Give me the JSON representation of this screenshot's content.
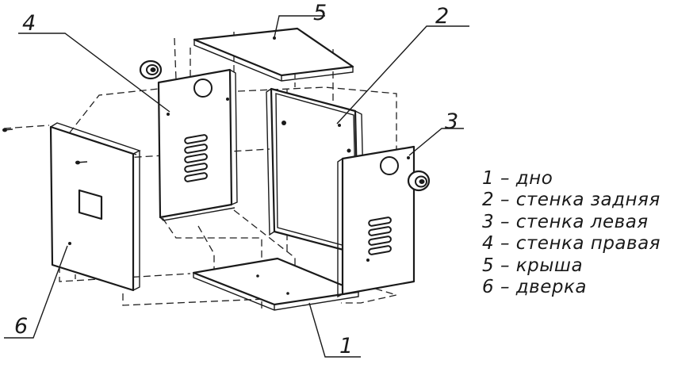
{
  "parts": [
    {
      "number": "1",
      "name": "дно"
    },
    {
      "number": "2",
      "name": "стенка задняя"
    },
    {
      "number": "3",
      "name": "стенка левая"
    },
    {
      "number": "4",
      "name": "стенка правая"
    },
    {
      "number": "5",
      "name": "крыша"
    },
    {
      "number": "6",
      "name": "дверка"
    }
  ],
  "legend": [
    "1 – дно",
    "2 – стенка задняя",
    "3 – стенка левая",
    "4 – стенка правая",
    "5 – крыша",
    "6 – дверка"
  ],
  "colors": {
    "line": "#1a1a1a",
    "background": "#ffffff"
  }
}
